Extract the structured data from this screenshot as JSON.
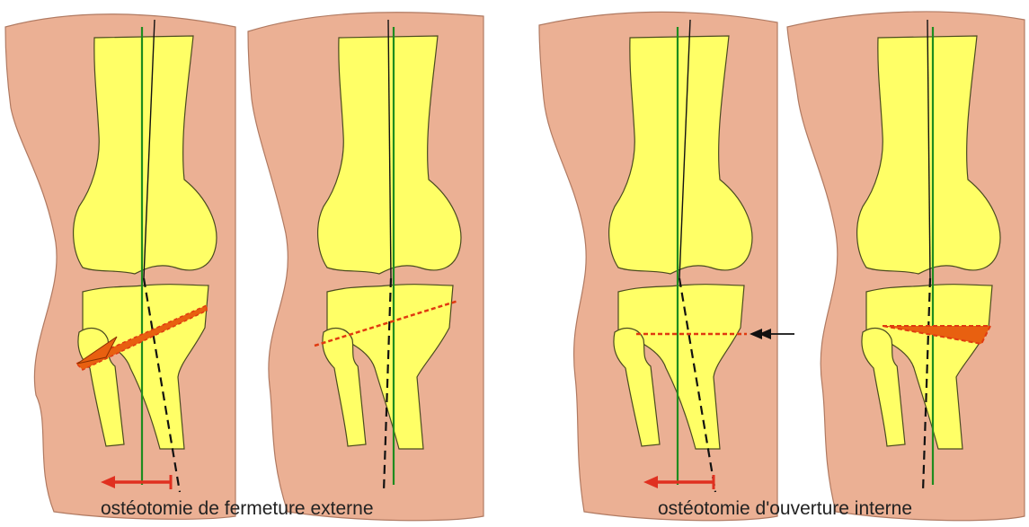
{
  "captions": {
    "closing": "ostéotomie de fermeture externe",
    "opening": "ostéotomie d'ouverture interne"
  },
  "colors": {
    "skin": "#ebb094",
    "skin_outline": "#b07a62",
    "bone": "#ffff66",
    "bone_outline": "#4a4a20",
    "mechanical_axis": "#1e8c1e",
    "anatomic_axis": "#111111",
    "cut_line": "#e03a10",
    "wedge": "#e86010",
    "arrow": "#e03020",
    "pointer_arrow": "#111111"
  },
  "panels": [
    {
      "id": "closing-before",
      "variant": "closing-before"
    },
    {
      "id": "closing-after",
      "variant": "closing-after"
    },
    {
      "id": "opening-before",
      "variant": "opening-before"
    },
    {
      "id": "opening-after",
      "variant": "opening-after"
    }
  ]
}
